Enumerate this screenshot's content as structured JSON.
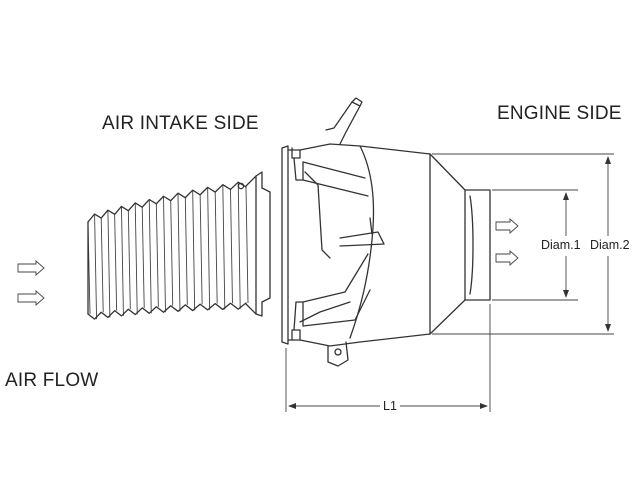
{
  "labels": {
    "air_intake_side": "AIR INTAKE SIDE",
    "engine_side": "ENGINE SIDE",
    "air_flow": "AIR FLOW",
    "diam1": "Diam.1",
    "diam2": "Diam.2",
    "l1": "L1"
  },
  "colors": {
    "line": "#333333",
    "background": "#ffffff"
  }
}
